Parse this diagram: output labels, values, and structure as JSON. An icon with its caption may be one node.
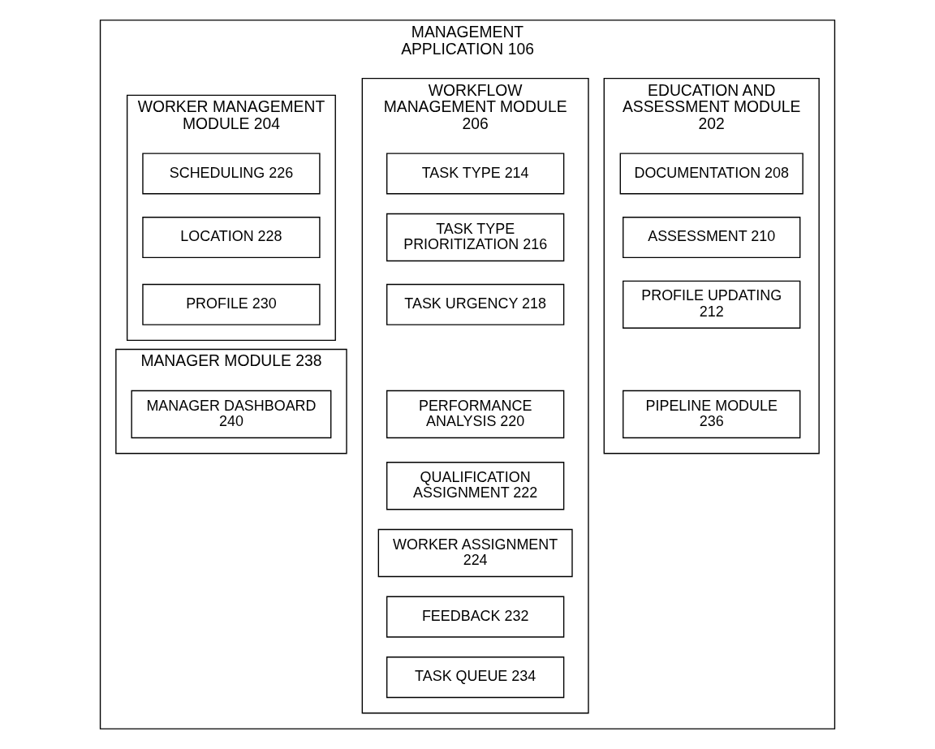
{
  "diagram": {
    "nodes": [
      {
        "text": [
          "MANAGEMENT APPLICATION 106"
        ]
      },
      {
        "text": [
          "EDUCATION AND ASSESSMENT MODULE 202"
        ],
        "in": 0
      },
      {
        "text": [
          "DOCUMENTATION 208"
        ],
        "in": 1
      },
      {
        "text": [
          "ASSESSMENT 210"
        ],
        "in": 1
      },
      {
        "text": [
          "PROFILE UPDATING 212"
        ],
        "in": 1
      },
      {
        "text": [
          "PIPELINE MODULE 236"
        ],
        "in": 1
      },
      {
        "text": [
          "WORKFLOW MANAGEMENT MODULE 206"
        ],
        "in": 0
      },
      {
        "text": [
          "TASK TYPE 214"
        ],
        "in": 6
      },
      {
        "text": [
          "TASK TYPE PRIORITIZATION 216"
        ],
        "in": 6
      },
      {
        "text": [
          "TASK URGENCY 218"
        ],
        "in": 6
      },
      {
        "text": [
          "PERFORMANCE ANALYSIS 220"
        ],
        "in": 6
      },
      {
        "text": [
          "QUALIFICATION ASSIGNMENT 222"
        ],
        "in": 6
      },
      {
        "text": [
          "WORKER ASSIGNMENT 224"
        ],
        "in": 6
      },
      {
        "text": [
          "FEEDBACK 232"
        ],
        "in": 6
      },
      {
        "text": [
          "TASK QUEUE 234"
        ],
        "in": 6
      },
      {
        "text": [
          "WORKER MANAGEMENT MODULE 204"
        ],
        "in": 0
      },
      {
        "text": [
          "SCHEDULING 226"
        ],
        "in": 15
      },
      {
        "text": [
          "LOCATION 228"
        ],
        "in": 15
      },
      {
        "text": [
          "PROFILE 230"
        ],
        "in": 15
      },
      {
        "text": [
          "MANAGER MODULE 238"
        ],
        "in": 0
      },
      {
        "text": [
          "MANAGER DASHBOARD 240"
        ],
        "in": 19
      }
    ],
    "edges": []
  }
}
